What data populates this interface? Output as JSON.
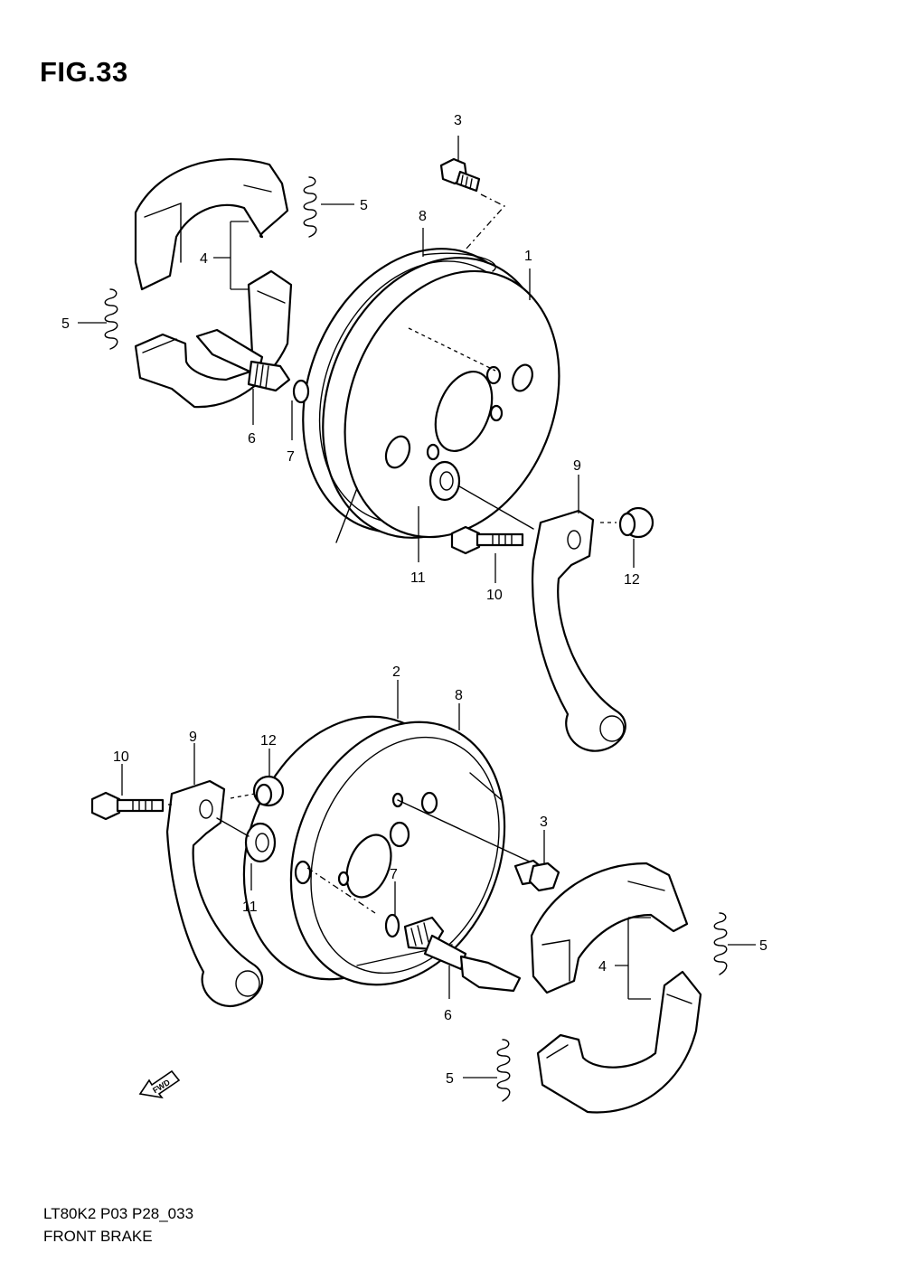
{
  "figure": {
    "title": "FIG.33",
    "code": "LT80K2 P03 P28_033",
    "caption": "FRONT BRAKE",
    "direction_badge": "FWD"
  },
  "callouts": {
    "upper": {
      "drum": "1",
      "screw": "3",
      "shoe_set": "4",
      "spring_right": "5",
      "spring_left": "5",
      "camshaft": "6",
      "washer_small": "7",
      "seal": "8",
      "lever": "9",
      "bolt": "10",
      "washer_big": "11",
      "cap_nut": "12"
    },
    "lower": {
      "drum": "2",
      "seal": "8",
      "lever": "9",
      "bolt": "10",
      "cap_nut": "12",
      "washer_big": "11",
      "screw": "3",
      "washer_small": "7",
      "camshaft": "6",
      "shoe_set": "4",
      "spring_right": "5",
      "spring_bottom": "5"
    }
  }
}
